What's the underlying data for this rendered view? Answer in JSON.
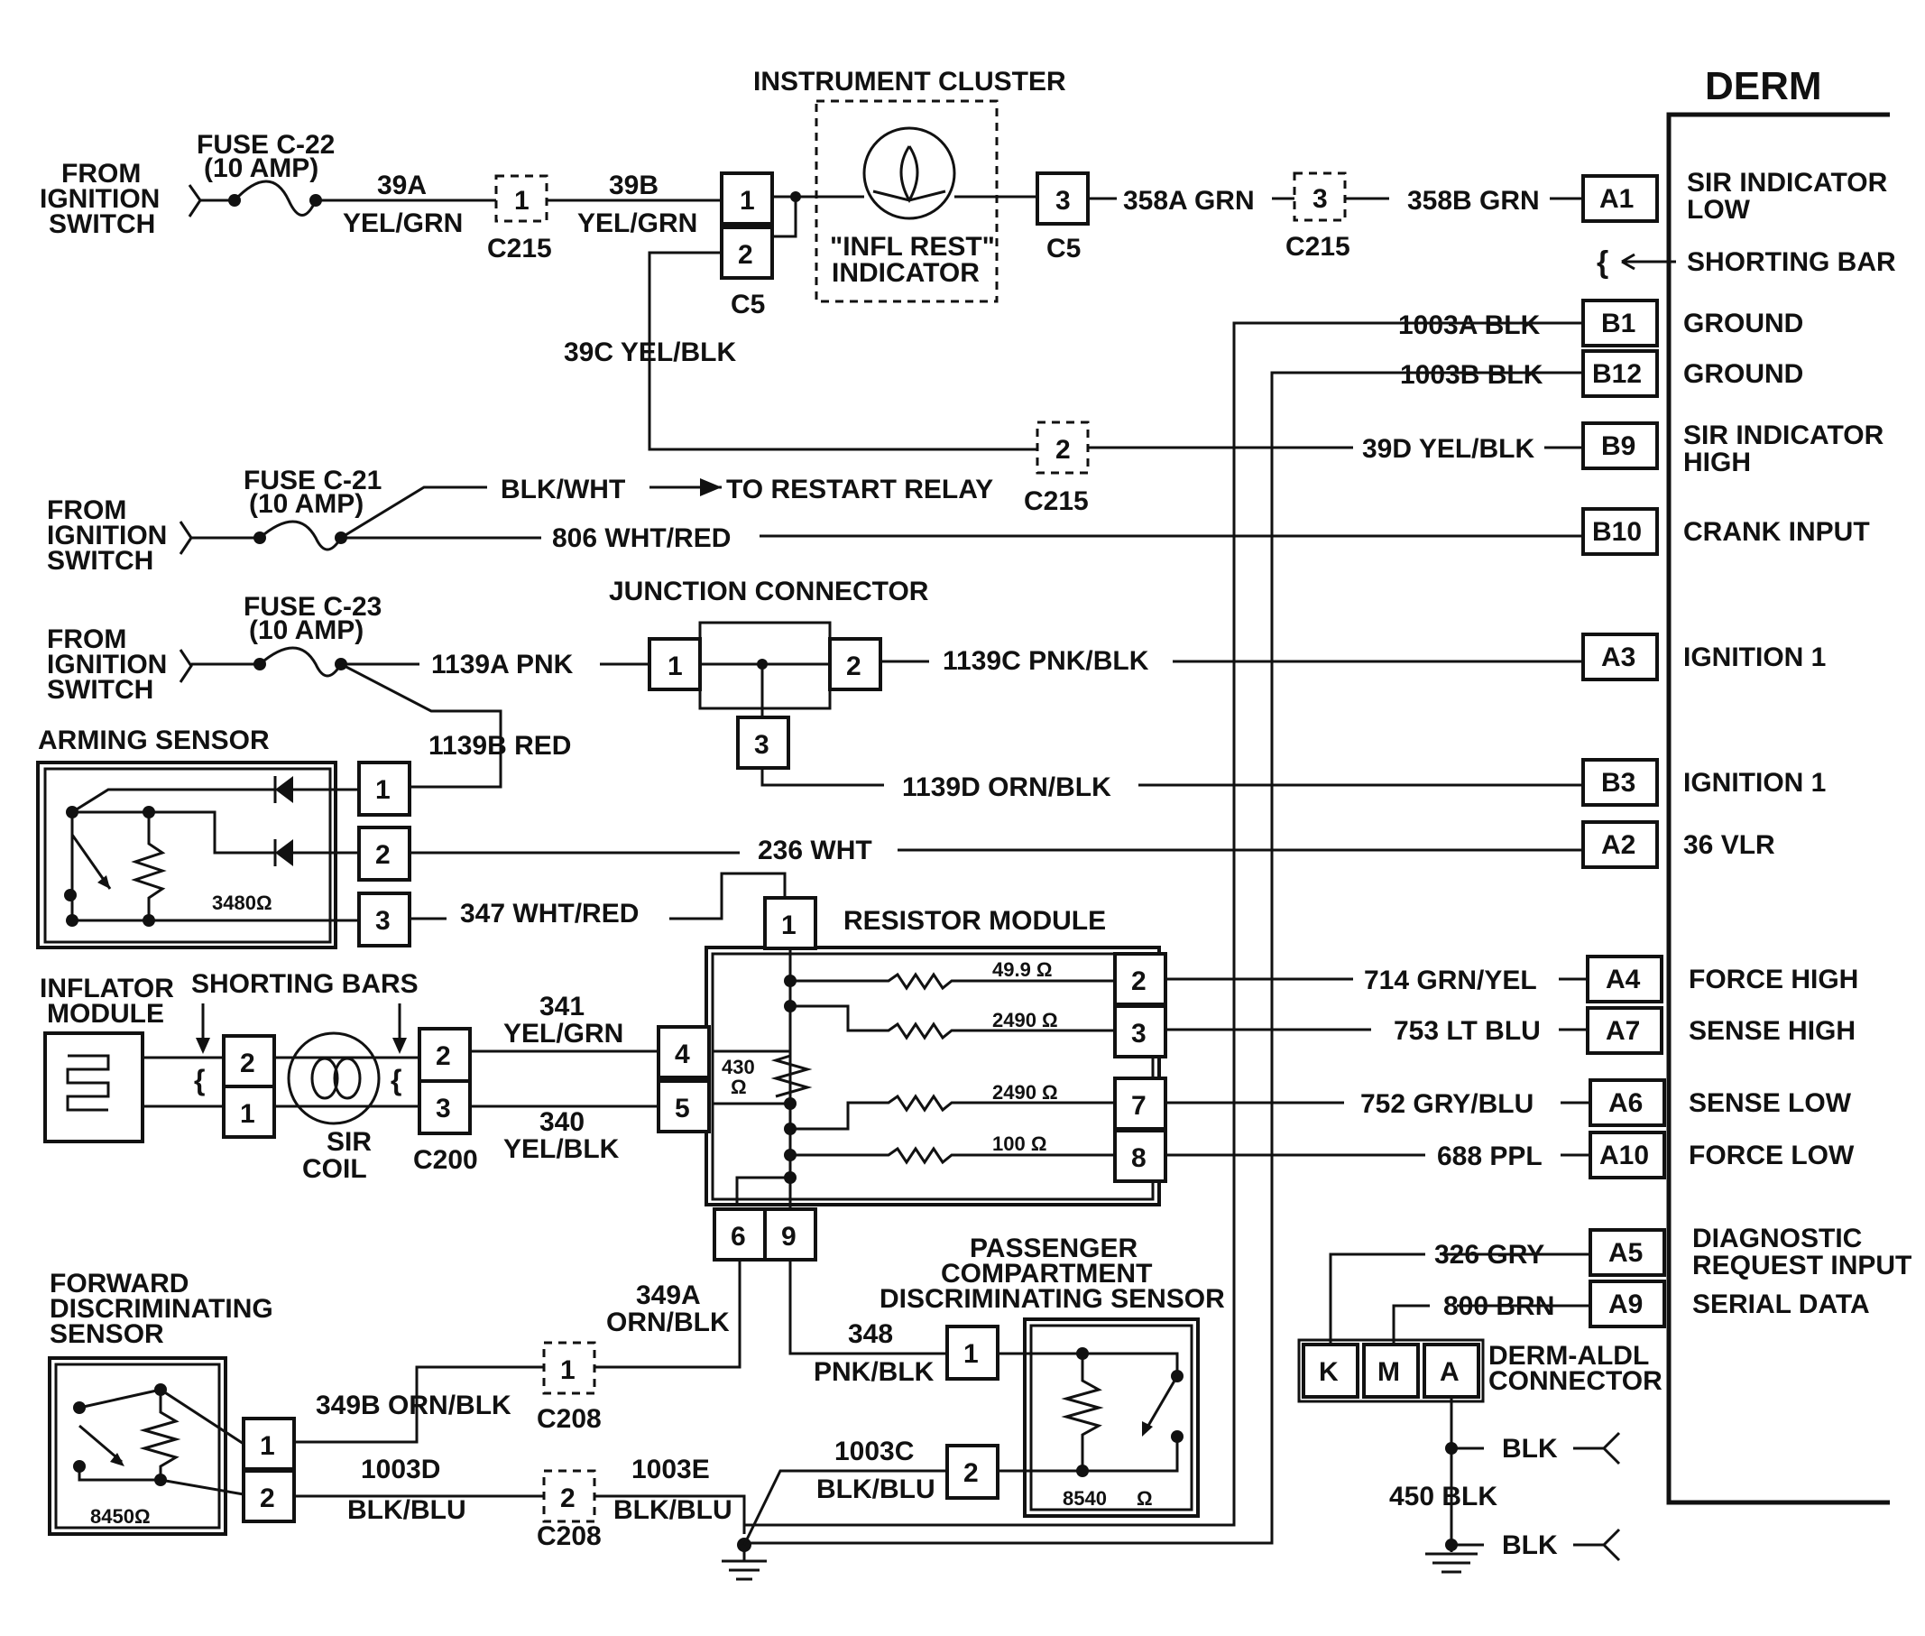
{
  "derm": {
    "title": "DERM",
    "pins": [
      {
        "pin": "A1",
        "label": "SIR INDICATOR",
        "label2": "LOW"
      },
      {
        "pin": "B1",
        "label": "GROUND"
      },
      {
        "pin": "B12",
        "label": "GROUND"
      },
      {
        "pin": "B9",
        "label": "SIR INDICATOR",
        "label2": "HIGH"
      },
      {
        "pin": "B10",
        "label": "CRANK INPUT"
      },
      {
        "pin": "A3",
        "label": "IGNITION 1"
      },
      {
        "pin": "B3",
        "label": "IGNITION 1"
      },
      {
        "pin": "A2",
        "label": "36 VLR"
      },
      {
        "pin": "A4",
        "label": "FORCE HIGH"
      },
      {
        "pin": "A7",
        "label": "SENSE HIGH"
      },
      {
        "pin": "A6",
        "label": "SENSE LOW"
      },
      {
        "pin": "A10",
        "label": "FORCE LOW"
      },
      {
        "pin": "A5",
        "label": "DIAGNOSTIC",
        "label2": "REQUEST INPUT"
      },
      {
        "pin": "A9",
        "label": "SERIAL DATA"
      }
    ],
    "shorting_bar": "SHORTING BAR"
  },
  "sources": [
    {
      "l1": "FROM",
      "l2": "IGNITION",
      "l3": "SWITCH",
      "fuse": "FUSE C-22",
      "amp": "(10 AMP)"
    },
    {
      "l1": "FROM",
      "l2": "IGNITION",
      "l3": "SWITCH",
      "fuse": "FUSE C-21",
      "amp": "(10 AMP)"
    },
    {
      "l1": "FROM",
      "l2": "IGNITION",
      "l3": "SWITCH",
      "fuse": "FUSE C-23",
      "amp": "(10 AMP)"
    }
  ],
  "cluster": {
    "title": "INSTRUMENT CLUSTER",
    "ind1": "\"INFL REST\"",
    "ind2": "INDICATOR"
  },
  "connectors": {
    "c215": "C215",
    "c5": "C5",
    "c200": "C200",
    "c208": "C208"
  },
  "pins": {
    "p1": "1",
    "p2": "2",
    "p3": "3",
    "p4": "4",
    "p5": "5",
    "p6": "6",
    "p7": "7",
    "p8": "8",
    "p9": "9"
  },
  "wires": {
    "w39a": "39A",
    "w39a_c": "YEL/GRN",
    "w39b": "39B",
    "w39b_c": "YEL/GRN",
    "w358a": "358A GRN",
    "w358b": "358B GRN",
    "w39c": "39C YEL/BLK",
    "w1003a": "1003A BLK",
    "w1003b": "1003B BLK",
    "w39d": "39D YEL/BLK",
    "blkwht": "BLK/WHT",
    "restart": "TO RESTART RELAY",
    "w806": "806 WHT/RED",
    "w1139a": "1139A PNK",
    "w1139b": "1139B RED",
    "w1139c": "1139C PNK/BLK",
    "w1139d": "1139D ORN/BLK",
    "w236": "236 WHT",
    "w347": "347 WHT/RED",
    "w341": "341",
    "w341_c": "YEL/GRN",
    "w340": "340",
    "w340_c": "YEL/BLK",
    "w714": "714 GRN/YEL",
    "w753": "753 LT BLU",
    "w752": "752 GRY/BLU",
    "w688": "688 PPL",
    "w349a": "349A",
    "w349a_c": "ORN/BLK",
    "w349b": "349B ORN/BLK",
    "w348": "348",
    "w348_c": "PNK/BLK",
    "w1003c": "1003C",
    "w1003c_c": "BLK/BLU",
    "w1003d": "1003D",
    "w1003d_c": "BLK/BLU",
    "w1003e": "1003E",
    "w1003e_c": "BLK/BLU",
    "w326": "326 GRY",
    "w800": "800 BRN",
    "w450": "450 BLK",
    "blk1": "BLK",
    "blk2": "BLK"
  },
  "junction": {
    "title": "JUNCTION CONNECTOR"
  },
  "arming": {
    "title": "ARMING SENSOR",
    "ohm": "3480Ω"
  },
  "inflator": {
    "t1": "INFLATOR",
    "t2": "MODULE",
    "shorting": "SHORTING BARS",
    "coil1": "SIR",
    "coil2": "COIL"
  },
  "resistor": {
    "title": "RESISTOR MODULE",
    "r1": "49.9 Ω",
    "r2": "2490 Ω",
    "r3": "2490 Ω",
    "r4": "100 Ω",
    "rmain": "430",
    "rmain_u": "Ω"
  },
  "forward": {
    "t1": "FORWARD",
    "t2": "DISCRIMINATING",
    "t3": "SENSOR",
    "ohm": "8450Ω"
  },
  "passenger": {
    "t1": "PASSENGER",
    "t2": "COMPARTMENT",
    "t3": "DISCRIMINATING SENSOR",
    "ohm": "8540",
    "ohm_u": "Ω"
  },
  "aldl": {
    "t1": "DERM-ALDL",
    "t2": "CONNECTOR",
    "k": "K",
    "m": "M",
    "a": "A"
  }
}
